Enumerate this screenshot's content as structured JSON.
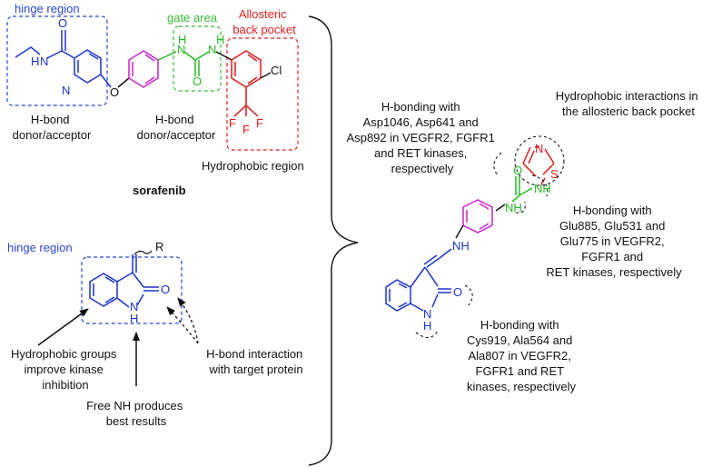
{
  "colors": {
    "blue": "#1a33cc",
    "green": "#22bb22",
    "magenta": "#cc22cc",
    "red": "#e01818",
    "black": "#111111",
    "box_blue": "#2a46d6",
    "box_green": "#33bb33",
    "box_red": "#e02020"
  },
  "sorafenib": {
    "name": "sorafenib",
    "hinge_label": "hinge region",
    "gate_label": "gate area",
    "pocket_label": [
      "Allosteric",
      "back pocket"
    ],
    "hbond_left": [
      "H-bond",
      "donor/acceptor"
    ],
    "hbond_mid": [
      "H-bond",
      "donor/acceptor"
    ],
    "hydrophobic_label": "Hydrophobic region",
    "atoms": {
      "O_amide": "O",
      "N_amide": "N",
      "H_amide": "H",
      "N_pyr": "N",
      "O_ether": "O",
      "N_urea1": "N",
      "H_urea1": "H",
      "N_urea2": "N",
      "H_urea2": "H",
      "O_urea": "O",
      "Cl": "Cl",
      "F1": "F",
      "F2": "F",
      "F3": "F"
    }
  },
  "oxindole": {
    "hinge_label": "hinge region",
    "R_label": "R",
    "O": "O",
    "N": "N",
    "H": "H",
    "hydrophobic_label": [
      "Hydrophobic groups",
      "improve kinase",
      "inhibition"
    ],
    "nh_label": [
      "Free NH produces",
      "best results"
    ],
    "hbond_label": [
      "H-bond interaction",
      "with target protein"
    ]
  },
  "design": {
    "atoms": {
      "N_thz": "N",
      "S": "S",
      "NH_a": "NH",
      "O_urea": "O",
      "NH_b": "NH",
      "NH_c": "NH",
      "O_ox": "O",
      "N_ox": "N",
      "H_ox": "H"
    },
    "text1": [
      "H-bonding with",
      "Asp1046, Asp641 and",
      "Asp892 in VEGFR2, FGFR1",
      "and RET kinases,",
      "respectively"
    ],
    "text2": [
      "Hydrophobic interactions in",
      "the allosteric back pocket"
    ],
    "text3": [
      "H-bonding with",
      "Glu885, Glu531 and",
      "Glu775 in VEGFR2,",
      "FGFR1 and",
      "RET kinases, respectively"
    ],
    "text4": [
      "H-bonding with",
      "Cys919, Ala564 and",
      "Ala807 in VEGFR2,",
      "FGFR1 and RET",
      "kinases, respectively"
    ]
  }
}
